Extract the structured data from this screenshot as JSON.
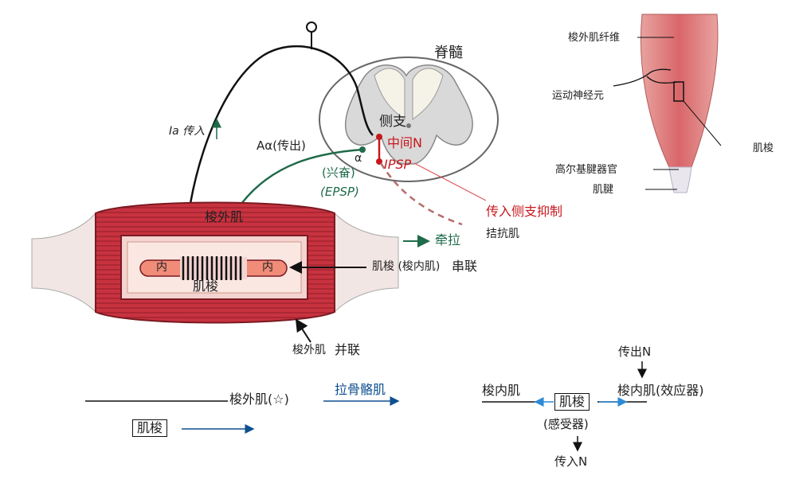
{
  "labels": {
    "spinal_cord": "脊髓",
    "lateral_branch": "侧支",
    "interneuron": "中间N",
    "ipsp": "IPSP",
    "alpha": "α",
    "ia_afferent": "Ia 传入",
    "a_alpha_efferent": "Aα(传出)",
    "excitation": "(兴奋)",
    "epsp": "(EPSP)",
    "afferent_collateral_inhibition": "传入侧支抑制",
    "antagonist": "拮抗肌",
    "stretch": "牵拉",
    "extrafusal": "梭外肌",
    "intrafusal_left": "内",
    "intrafusal_right": "内",
    "spindle": "肌梭",
    "spindle_series": "肌梭 (梭内肌)",
    "series": "串联",
    "extrafusal_parallel": "梭外肌",
    "parallel": "并联"
  },
  "inset": {
    "fiber": "梭外肌纤维",
    "motor_neuron": "运动神经元",
    "spindle": "肌梭",
    "golgi": "高尔基腱器官",
    "tendon": "肌腱"
  },
  "notes_left": {
    "extrafusal_star": "梭外肌(☆)",
    "pull_skeletal": "拉骨骼肌",
    "spindle_box": "肌梭"
  },
  "notes_right": {
    "efferent_n": "传出N",
    "intrafusal_left": "梭内肌",
    "spindle_box": "肌梭",
    "intrafusal_effector": "梭内肌(效应器)",
    "receptor": "(感受器)",
    "afferent_n": "传入N"
  },
  "colors": {
    "muscle": "#c8323f",
    "inner_panel": "#f4d3d0",
    "spindle_fiber": "#f08c78",
    "annotation_green": "#1f6b4a",
    "annotation_red": "#c8161d",
    "annotation_blue": "#0e4f8f"
  }
}
